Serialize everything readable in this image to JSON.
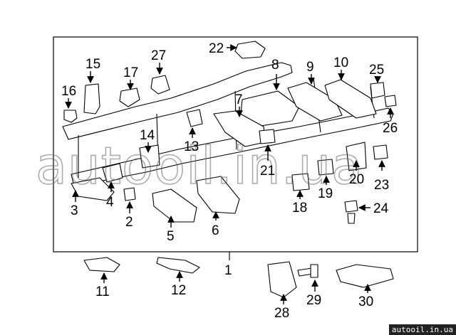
{
  "labels": {
    "l1": "1",
    "l2": "2",
    "l3": "3",
    "l4": "4",
    "l5": "5",
    "l6": "6",
    "l7": "7",
    "l8": "8",
    "l9": "9",
    "l10": "10",
    "l11": "11",
    "l12": "12",
    "l13": "13",
    "l14": "14",
    "l15": "15",
    "l16": "16",
    "l17": "17",
    "l18": "18",
    "l19": "19",
    "l20": "20",
    "l21": "21",
    "l22": "22",
    "l23": "23",
    "l24": "24",
    "l25": "25",
    "l26": "26",
    "l27": "27",
    "l28": "28",
    "l29": "29",
    "l30": "30"
  },
  "watermark": {
    "text": "autooil.in.ua"
  },
  "footer": {
    "site": "autooil.in.ua"
  }
}
